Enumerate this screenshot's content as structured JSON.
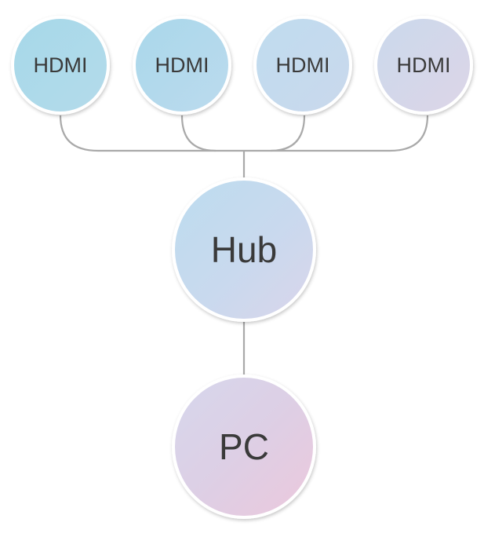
{
  "nodes": {
    "hdmi_1": {
      "label": "HDMI"
    },
    "hdmi_2": {
      "label": "HDMI"
    },
    "hdmi_3": {
      "label": "HDMI"
    },
    "hdmi_4": {
      "label": "HDMI"
    },
    "hub": {
      "label": "Hub"
    },
    "pc": {
      "label": "PC"
    }
  },
  "colors": {
    "connector": "#a9a9a9",
    "label_text": "#3a3a3a",
    "node_border": "#ffffff",
    "gradient_teal": "#a8d8e8",
    "gradient_blue": "#c4daf0",
    "gradient_lavender": "#d8d4e8",
    "gradient_pink": "#eac9dd"
  }
}
